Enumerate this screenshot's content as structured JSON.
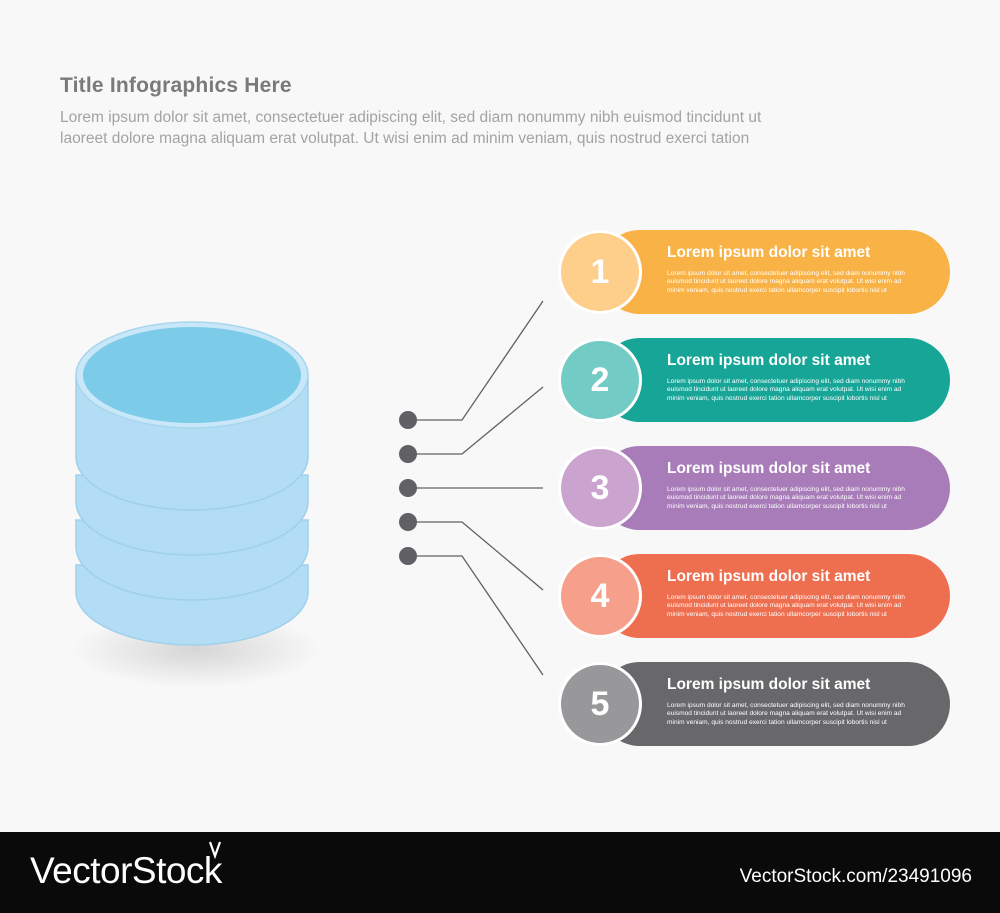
{
  "header": {
    "title": "Title Infographics Here",
    "subtitle_line1": "Lorem ipsum dolor sit amet, consectetuer adipiscing elit, sed diam nonummy nibh euismod tincidunt ut",
    "subtitle_line2": "laoreet dolore magna aliquam erat volutpat. Ut wisi enim ad minim veniam, quis nostrud exerci tation"
  },
  "steps": [
    {
      "number": "1",
      "title": "Lorem ipsum dolor sit amet",
      "desc": "Lorem ipsum dolor sit amet, consectetuer adipiscing elit, sed diam nonummy nibh euismod tincidunt ut laoreet dolore magna aliquam erat volutpat. Ut wisi enim ad minim veniam, quis nostrud exerci tation ullamcorper suscipit lobortis nisl ut",
      "color": "#f9b246",
      "circle_color": "#fdcf8b"
    },
    {
      "number": "2",
      "title": "Lorem ipsum dolor sit amet",
      "desc": "Lorem ipsum dolor sit amet, consectetuer adipiscing elit, sed diam nonummy nibh euismod tincidunt ut laoreet dolore magna aliquam erat volutpat. Ut wisi enim ad minim veniam, quis nostrud exerci tation ullamcorper suscipit lobortis nisl ut",
      "color": "#17a597",
      "circle_color": "#72cbc5"
    },
    {
      "number": "3",
      "title": "Lorem ipsum dolor sit amet",
      "desc": "Lorem ipsum dolor sit amet, consectetuer adipiscing elit, sed diam nonummy nibh euismod tincidunt ut laoreet dolore magna aliquam erat volutpat. Ut wisi enim ad minim veniam, quis nostrud exerci tation ullamcorper suscipit lobortis nisl ut",
      "color": "#a77cb8",
      "circle_color": "#cba3cf"
    },
    {
      "number": "4",
      "title": "Lorem ipsum dolor sit amet",
      "desc": "Lorem ipsum dolor sit amet, consectetuer adipiscing elit, sed diam nonummy nibh euismod tincidunt ut laoreet dolore magna aliquam erat volutpat. Ut wisi enim ad minim veniam, quis nostrud exerci tation ullamcorper suscipit lobortis nisl ut",
      "color": "#ee6f50",
      "circle_color": "#f6a08b"
    },
    {
      "number": "5",
      "title": "Lorem ipsum dolor sit amet",
      "desc": "Lorem ipsum dolor sit amet, consectetuer adipiscing elit, sed diam nonummy nibh euismod tincidunt ut laoreet dolore magna aliquam erat volutpat. Ut wisi enim ad minim veniam, quis nostrud exerci tation ullamcorper suscipit lobortis nisl ut",
      "color": "#68686b",
      "circle_color": "#98989b"
    }
  ],
  "icons": {
    "database": "database-icon",
    "connector": "connector-dot-icon"
  },
  "colors": {
    "background": "#f8f8f8",
    "db_body": "#b3ddf4",
    "db_top": "#7ccbe9",
    "connector": "#616165",
    "footer": "#0a0a0a"
  },
  "footer": {
    "brand": "VectorStock",
    "code": "VectorStock.com/23491096"
  }
}
